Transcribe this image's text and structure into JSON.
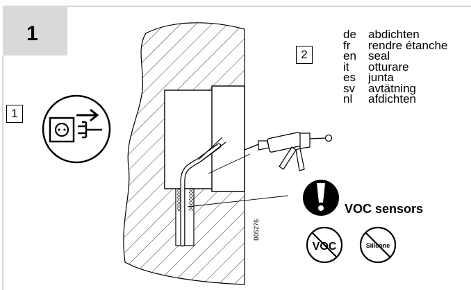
{
  "step": {
    "number": "1"
  },
  "callouts": {
    "unplug_label": "1",
    "seal_label": "2"
  },
  "instructions": [
    {
      "code": "de",
      "text": "abdichten"
    },
    {
      "code": "fr",
      "text": "rendre étanche"
    },
    {
      "code": "en",
      "text": "seal"
    },
    {
      "code": "it",
      "text": "otturare"
    },
    {
      "code": "es",
      "text": "junta"
    },
    {
      "code": "sv",
      "text": "avtätning"
    },
    {
      "code": "nl",
      "text": "afdichten"
    }
  ],
  "warning": {
    "title": "VOC sensors",
    "prohibited": [
      "VOC",
      "Silicone"
    ]
  },
  "figure_code": "B05276",
  "colors": {
    "header_gray": "#d9d9d9",
    "line": "#000000"
  }
}
